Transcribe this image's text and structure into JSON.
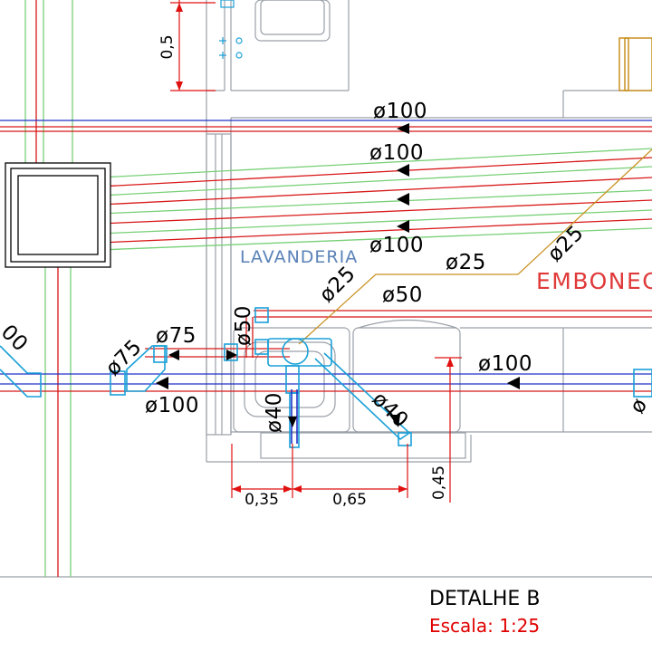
{
  "detail": {
    "title": "DETALHE B",
    "scale": "Escala: 1:25"
  },
  "rooms": {
    "laundry": "LAVANDERIA",
    "emboneco": "EMBONEC"
  },
  "pipes": {
    "top_100_a": "ø100",
    "top_100_b": "ø100",
    "mid_100": "ø100",
    "p25_diag_left": "ø25",
    "p25_horiz": "ø25",
    "p25_diag_right": "ø25",
    "p50_horiz": "ø50",
    "p50_vert": "ø50",
    "p75_diag": "ø75",
    "p75_horiz": "ø75",
    "main_100_left": "ø100",
    "main_100_right": "ø100",
    "p40_vert": "ø40",
    "p40_diag": "ø40",
    "edge_left": "00",
    "edge_right": "ø"
  },
  "dimensions": {
    "d_05": "0,5",
    "d_035": "0,35",
    "d_065": "0,65",
    "d_045": "0,45"
  },
  "colors": {
    "wall": "#9aa0a8",
    "pipe_blue": "#2030c8",
    "pipe_red": "#d81818",
    "pipe_green": "#78d078",
    "fitting_cyan": "#1aa0d8",
    "gas_orange": "#c89020",
    "dim_red": "#e01010"
  }
}
